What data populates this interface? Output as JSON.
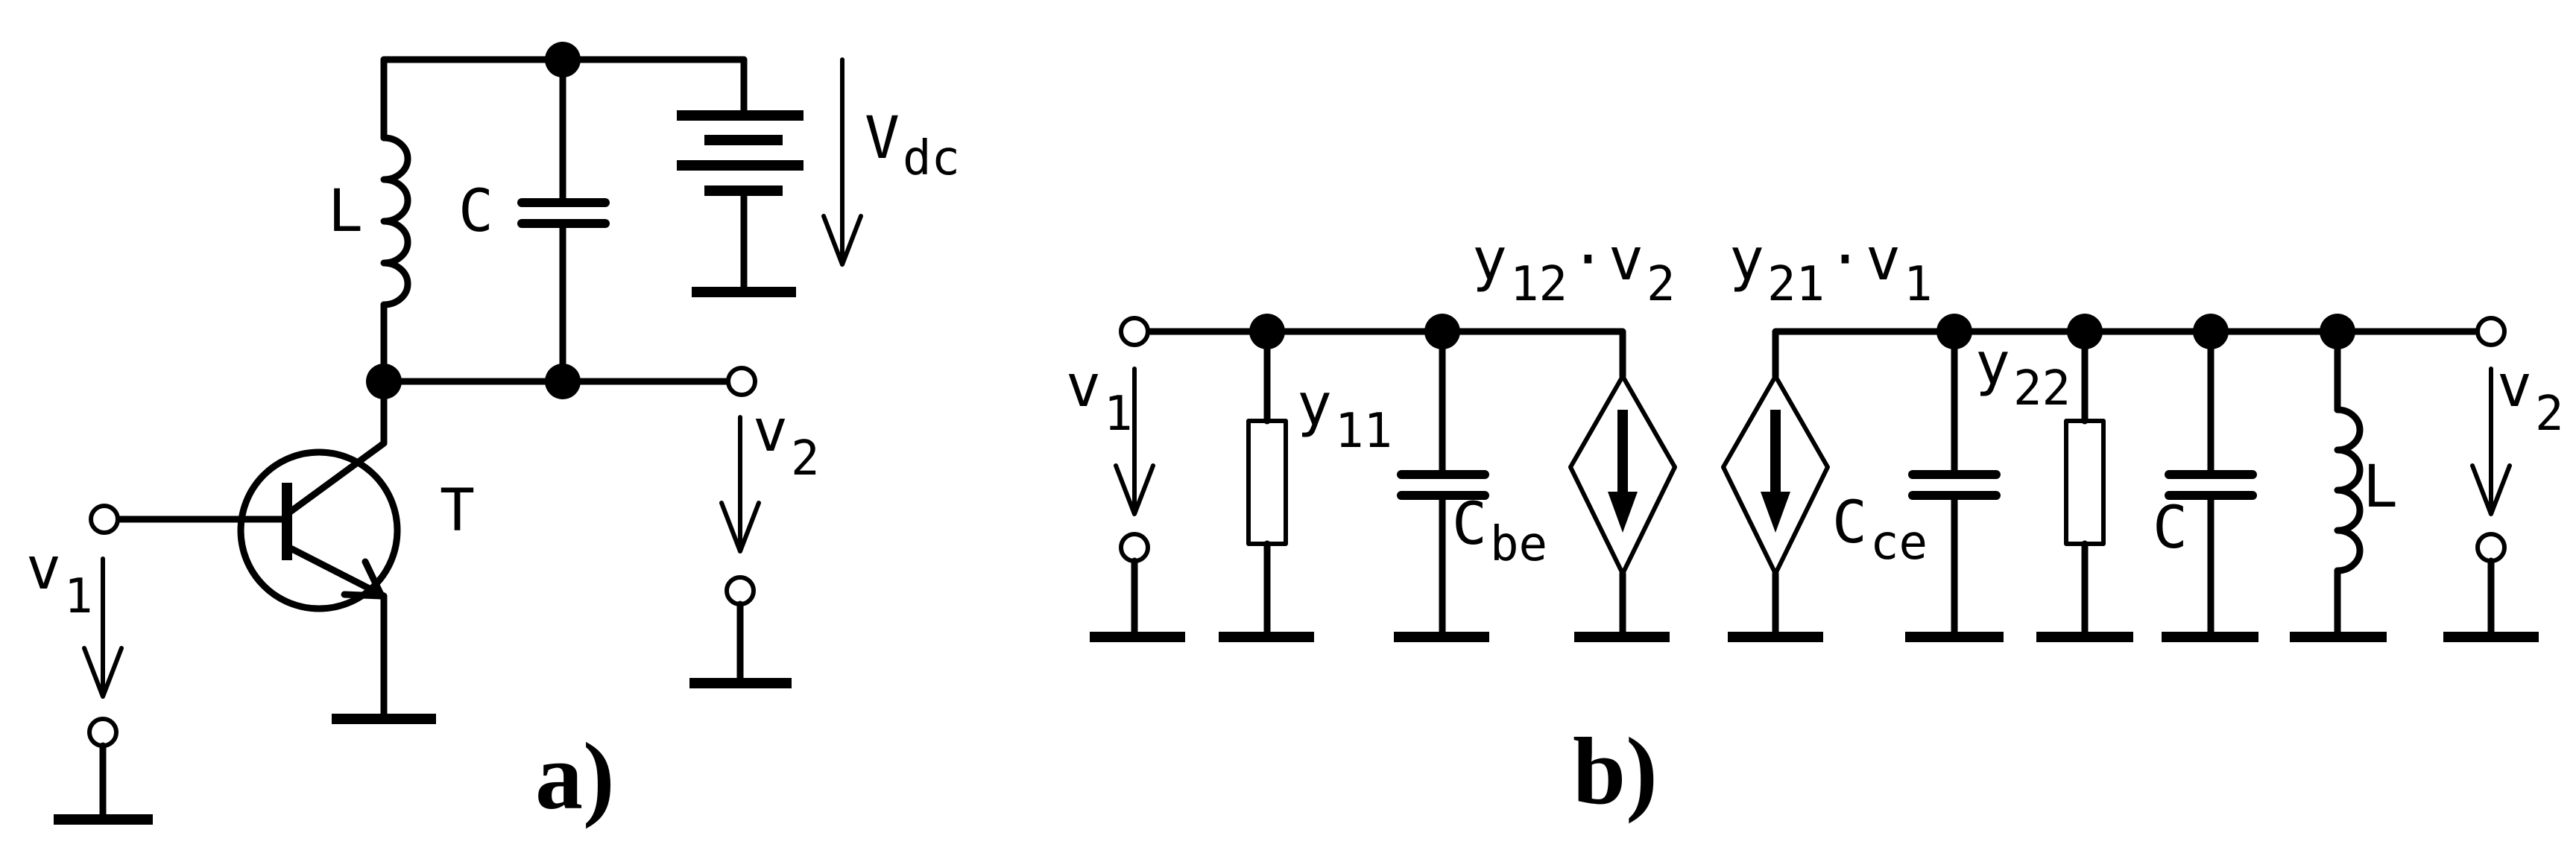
{
  "panel_a": {
    "caption": "a)",
    "labels": {
      "inductor": "L",
      "capacitor": "C",
      "supply_main": "V",
      "supply_sub": "dc",
      "transistor": "T",
      "input_main": "v",
      "input_sub": "1",
      "output_main": "v",
      "output_sub": "2"
    }
  },
  "panel_b": {
    "caption": "b)",
    "labels": {
      "input_main": "v",
      "input_sub": "1",
      "y11_main": "y",
      "y11_sub": "11",
      "cbe_main": "C",
      "cbe_sub": "be",
      "src12_a": "y",
      "src12_a_sub": "12",
      "src12_dot": "·",
      "src12_b": "v",
      "src12_b_sub": "2",
      "src21_a": "y",
      "src21_a_sub": "21",
      "src21_dot": "·",
      "src21_b": "v",
      "src21_b_sub": "1",
      "cce_main": "C",
      "cce_sub": "ce",
      "y22_main": "y",
      "y22_sub": "22",
      "capacitor": "C",
      "inductor": "L",
      "output_main": "v",
      "output_sub": "2"
    }
  },
  "colors": {
    "stroke": "#000000",
    "background": "#ffffff"
  }
}
